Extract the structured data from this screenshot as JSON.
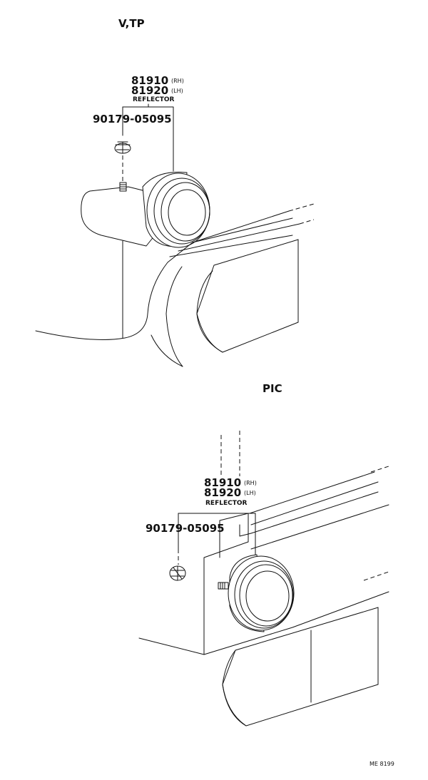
{
  "sections": [
    {
      "heading": "V,TP",
      "part_rh": "81910",
      "side_rh": "(RH)",
      "part_lh": "81920",
      "side_lh": "(LH)",
      "part_name": "REFLECTOR",
      "nut_part": "90179-05095"
    },
    {
      "heading": "PIC",
      "part_rh": "81910",
      "side_rh": "(RH)",
      "part_lh": "81920",
      "side_lh": "(LH)",
      "part_name": "REFLECTOR",
      "nut_part": "90179-05095"
    }
  ],
  "figure_code": "ME 8199"
}
